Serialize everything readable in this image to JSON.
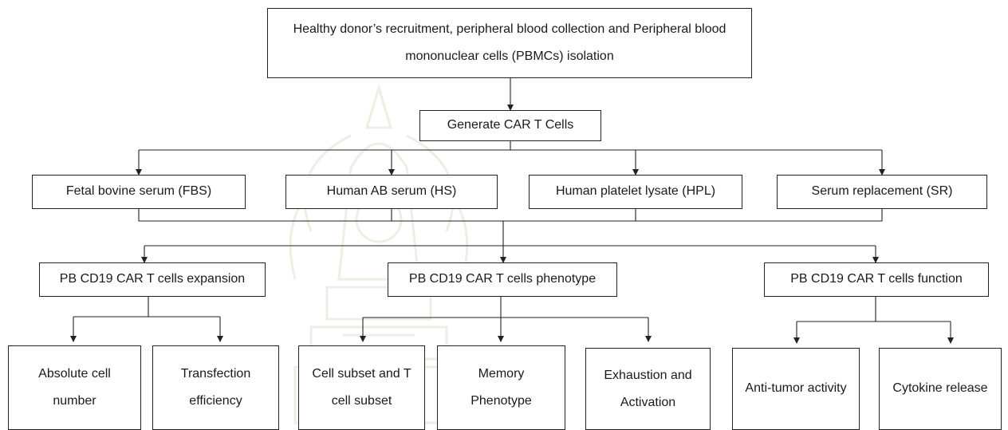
{
  "diagram": {
    "nodes": [
      {
        "id": "root",
        "text": "Healthy donor’s recruitment, peripheral blood collection and Peripheral blood mononuclear cells (PBMCs) isolation"
      },
      {
        "id": "generate",
        "text": "Generate CAR T Cells"
      },
      {
        "id": "fbs",
        "text": "Fetal bovine serum (FBS)"
      },
      {
        "id": "hs",
        "text": "Human AB serum (HS)"
      },
      {
        "id": "hpl",
        "text": "Human platelet lysate (HPL)"
      },
      {
        "id": "sr",
        "text": "Serum replacement (SR)"
      },
      {
        "id": "expansion",
        "text": "PB CD19 CAR T cells expansion"
      },
      {
        "id": "phenotype",
        "text": "PB CD19 CAR T cells phenotype"
      },
      {
        "id": "function",
        "text": "PB CD19 CAR T cells function"
      },
      {
        "id": "abs",
        "text": "Absolute cell number"
      },
      {
        "id": "transfection",
        "text": "Transfection efficiency"
      },
      {
        "id": "subset",
        "text": "Cell subset and T cell subset"
      },
      {
        "id": "memory",
        "text": "Memory Phenotype"
      },
      {
        "id": "exhaustion",
        "text": "Exhaustion and Activation"
      },
      {
        "id": "antitumor",
        "text": "Anti-tumor activity"
      },
      {
        "id": "cytokine",
        "text": "Cytokine release"
      }
    ],
    "edges": [
      [
        "root",
        "generate"
      ],
      [
        "generate",
        "fbs"
      ],
      [
        "generate",
        "hs"
      ],
      [
        "generate",
        "hpl"
      ],
      [
        "generate",
        "sr"
      ],
      [
        "fbs",
        "expansion"
      ],
      [
        "hs",
        "expansion"
      ],
      [
        "hpl",
        "expansion"
      ],
      [
        "sr",
        "expansion"
      ],
      [
        "fbs",
        "phenotype"
      ],
      [
        "hs",
        "phenotype"
      ],
      [
        "hpl",
        "phenotype"
      ],
      [
        "sr",
        "phenotype"
      ],
      [
        "fbs",
        "function"
      ],
      [
        "hs",
        "function"
      ],
      [
        "hpl",
        "function"
      ],
      [
        "sr",
        "function"
      ],
      [
        "expansion",
        "abs"
      ],
      [
        "expansion",
        "transfection"
      ],
      [
        "phenotype",
        "subset"
      ],
      [
        "phenotype",
        "memory"
      ],
      [
        "phenotype",
        "exhaustion"
      ],
      [
        "function",
        "antitumor"
      ],
      [
        "function",
        "cytokine"
      ]
    ],
    "colors": {
      "line": "#222222",
      "box_border": "#222222",
      "text": "#1a1a1a",
      "watermark": "#9b7b3c"
    }
  }
}
